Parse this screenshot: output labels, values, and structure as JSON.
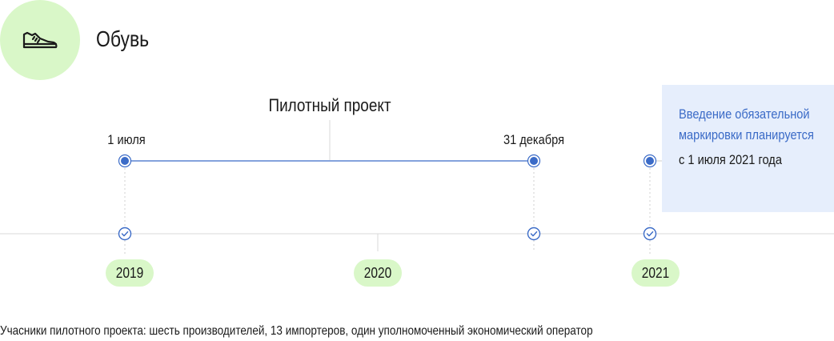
{
  "header": {
    "title": "Обувь",
    "icon": "shoe-icon"
  },
  "pilot": {
    "title": "Пилотный проект",
    "start_label": "1 июля",
    "end_label": "31 декабря"
  },
  "info": {
    "line1": "Введение обязательной",
    "line2": "маркировки планируется",
    "line3": "с 1 июля 2021 года"
  },
  "years": [
    "2019",
    "2020",
    "2021"
  ],
  "footnote": "Учасники пилотного проекта: шесть производителей, 13 импортеров, один уполномоченный экономический оператор",
  "colors": {
    "accent_blue": "#3b6bc7",
    "pill_green": "#d9f7c8",
    "info_bg": "#e6eefc",
    "axis_gray": "#d8d8d8"
  }
}
